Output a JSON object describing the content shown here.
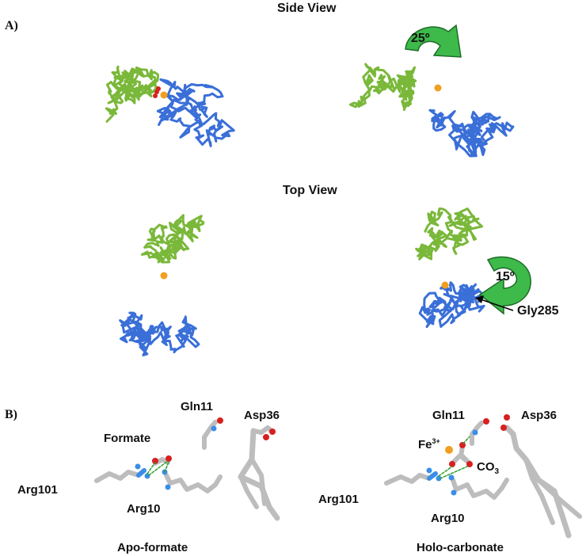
{
  "panel_a": {
    "label": "A)",
    "side_view_title": "Side View",
    "top_view_title": "Top View",
    "side_rotation_label": "25º",
    "top_rotation_label": "15º",
    "hinge_residue_label": "Gly285"
  },
  "panel_b": {
    "label": "B)",
    "left": {
      "gln11": "Gln11",
      "asp36": "Asp36",
      "formate": "Formate",
      "arg101": "Arg101",
      "arg10": "Arg10",
      "caption": "Apo-formate"
    },
    "right": {
      "gln11": "Gln11",
      "asp36": "Asp36",
      "fe_label": "Fe",
      "fe_charge": "3+",
      "co3_label": "CO",
      "co3_subscript": "3",
      "arg101": "Arg101",
      "arg10": "Arg10",
      "caption": "Holo-carbonate"
    }
  },
  "colors": {
    "n_lobe": "#7ab83a",
    "c_lobe": "#3a6fd8",
    "metal": "#f0a020",
    "arrow_fill": "#3dba4a",
    "oxygen": "#d82020",
    "nitrogen": "#3a8ee8",
    "carbon": "#bdbdbd",
    "hbond": "#2ca02c"
  }
}
